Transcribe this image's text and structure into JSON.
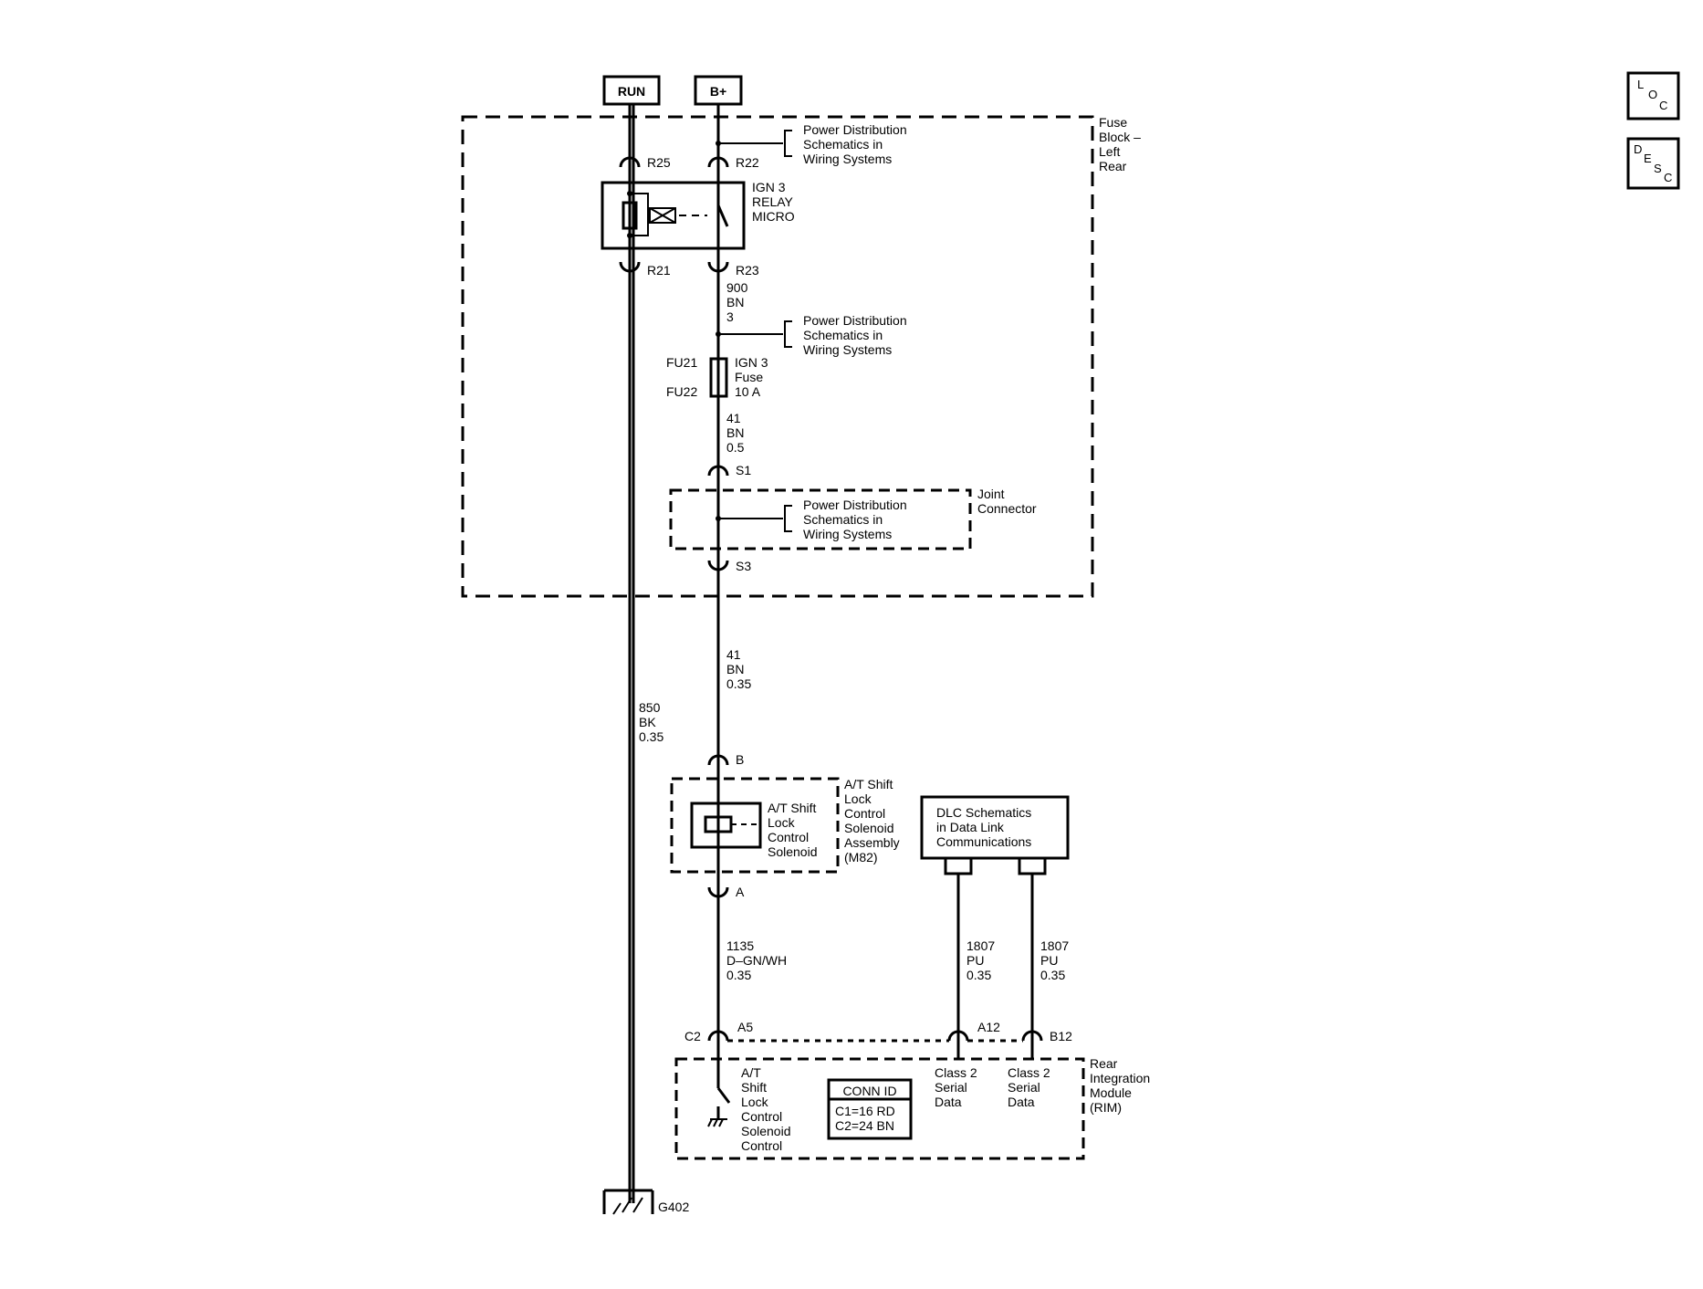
{
  "power_sources": {
    "run": "RUN",
    "bplus": "B+"
  },
  "nav_buttons": {
    "loc": {
      "l1": "L",
      "l2": "O",
      "l3": "C"
    },
    "desc": {
      "l1": "D",
      "l2": "E",
      "l3": "S",
      "l4": "C"
    }
  },
  "fuse_block": {
    "line1": "Fuse",
    "line2": "Block –",
    "line3": "Left",
    "line4": "Rear"
  },
  "ref_power": {
    "line1": "Power Distribution",
    "line2": "Schematics in",
    "line3": "Wiring Systems"
  },
  "relay": {
    "line1": "IGN 3",
    "line2": "RELAY",
    "line3": "MICRO"
  },
  "pins": {
    "r25": "R25",
    "r22": "R22",
    "r21": "R21",
    "r23": "R23",
    "s1": "S1",
    "s3": "S3",
    "b": "B",
    "a": "A",
    "c2": "C2",
    "a5": "A5",
    "a12": "A12",
    "b12": "B12"
  },
  "wire_900": {
    "num": "900",
    "color": "BN",
    "size": "3"
  },
  "fuse": {
    "fu21": "FU21",
    "fu22": "FU22",
    "line1": "IGN 3",
    "line2": "Fuse",
    "line3": "10 A"
  },
  "wire_41a": {
    "num": "41",
    "color": "BN",
    "size": "0.5"
  },
  "joint_connector": {
    "line1": "Joint",
    "line2": "Connector"
  },
  "wire_41b": {
    "num": "41",
    "color": "BN",
    "size": "0.35"
  },
  "wire_850": {
    "num": "850",
    "color": "BK",
    "size": "0.35"
  },
  "solenoid_inner": {
    "line1": "A/T Shift",
    "line2": "Lock",
    "line3": "Control",
    "line4": "Solenoid"
  },
  "solenoid_assembly": {
    "line1": "A/T Shift",
    "line2": "Lock",
    "line3": "Control",
    "line4": "Solenoid",
    "line5": "Assembly",
    "line6": "(M82)"
  },
  "dlc": {
    "line1": "DLC Schematics",
    "line2": "in Data Link",
    "line3": "Communications"
  },
  "wire_1135": {
    "num": "1135",
    "color": "D–GN/WH",
    "size": "0.35"
  },
  "wire_1807a": {
    "num": "1807",
    "color": "PU",
    "size": "0.35"
  },
  "wire_1807b": {
    "num": "1807",
    "color": "PU",
    "size": "0.35"
  },
  "rim": {
    "line1": "Rear",
    "line2": "Integration",
    "line3": "Module",
    "line4": "(RIM)"
  },
  "rim_control": {
    "line1": "A/T",
    "line2": "Shift",
    "line3": "Lock",
    "line4": "Control",
    "line5": "Solenoid",
    "line6": "Control"
  },
  "class2": {
    "line1": "Class 2",
    "line2": "Serial",
    "line3": "Data"
  },
  "conn_id": {
    "title": "CONN ID",
    "c1": "C1=16 RD",
    "c2": "C2=24 BN"
  },
  "ground": {
    "label": "G402"
  }
}
